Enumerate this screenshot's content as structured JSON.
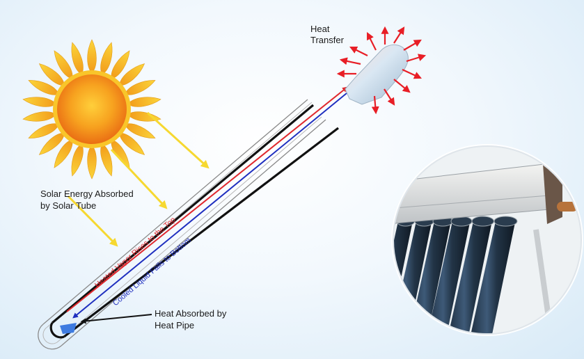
{
  "labels": {
    "heat_transfer_line1": "Heat",
    "heat_transfer_line2": "Transfer",
    "solar_energy_line1": "Solar Energy Absorbed",
    "solar_energy_line2": "by Solar Tube",
    "heat_absorbed_line1": "Heat Absorbed by",
    "heat_absorbed_line2": "Heat Pipe",
    "vapor": "Heated Vapor Rises to the Top",
    "liquid": "Cooled Liquid Falls to Bottom"
  },
  "colors": {
    "vapor": "#e0282d",
    "liquid": "#1f2fbf",
    "sun_rays": "#f6d830",
    "sun_core": "#f07a18",
    "heat_arrows": "#e81e26",
    "pipe_outline": "#111111"
  },
  "icons": {
    "sun": "sun-icon",
    "heat_arrow": "arrow-icon",
    "photo": "solar-collector-photo"
  }
}
